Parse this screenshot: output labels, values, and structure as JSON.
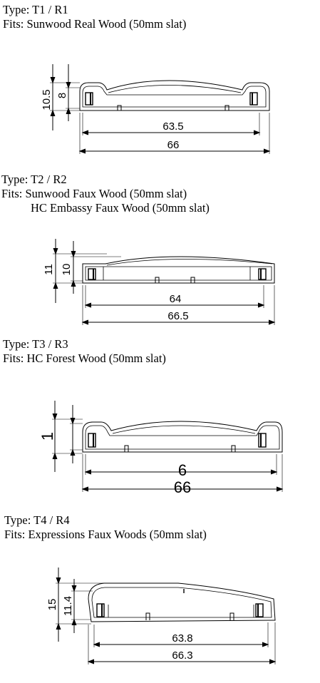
{
  "sections": [
    {
      "type_line": "Type:  T1 / R1",
      "fits_lines": [
        "Fits: Sunwood Real Wood (50mm slat)"
      ],
      "dims": {
        "overall_height": "10.5",
        "inner_height": "8",
        "inner_width": "63.5",
        "overall_width": "66"
      }
    },
    {
      "type_line": "Type:  T2 / R2",
      "fits_lines": [
        "Fits: Sunwood Faux Wood (50mm slat)",
        "HC Embassy Faux Wood (50mm slat)"
      ],
      "dims": {
        "overall_height": "11",
        "inner_height": "10",
        "inner_width": "64",
        "overall_width": "66.5"
      }
    },
    {
      "type_line": "Type:  T3 / R3",
      "fits_lines": [
        "Fits:  HC Forest Wood (50mm slat)"
      ],
      "dims": {
        "overall_height": "1",
        "inner_height": "",
        "inner_width": "6",
        "overall_width": "66"
      }
    },
    {
      "type_line": "Type:  T4 / R4",
      "fits_lines": [
        "Fits:  Expressions Faux Woods (50mm slat)"
      ],
      "dims": {
        "overall_height": "15",
        "inner_height": "11.4",
        "inner_width": "63.8",
        "overall_width": "66.3"
      }
    }
  ]
}
